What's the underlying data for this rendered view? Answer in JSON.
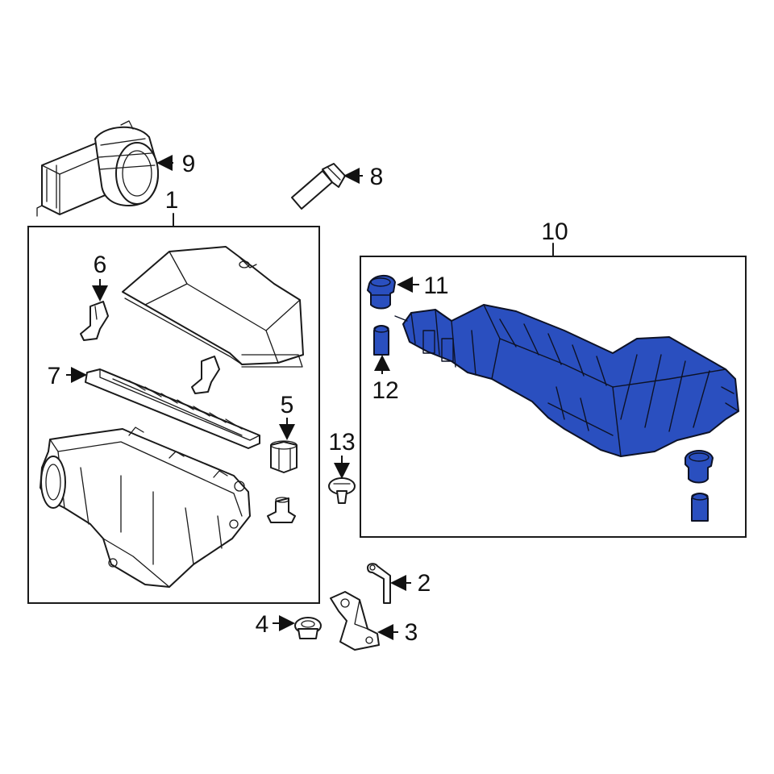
{
  "diagram": {
    "highlight_color": "#2a4fbf",
    "line_color": "#1a1a1a",
    "background": "#ffffff",
    "callouts": {
      "c1": "1",
      "c2": "2",
      "c3": "3",
      "c4": "4",
      "c5": "5",
      "c6": "6",
      "c7": "7",
      "c8": "8",
      "c9": "9",
      "c10": "10",
      "c11": "11",
      "c12": "12",
      "c13": "13"
    }
  }
}
